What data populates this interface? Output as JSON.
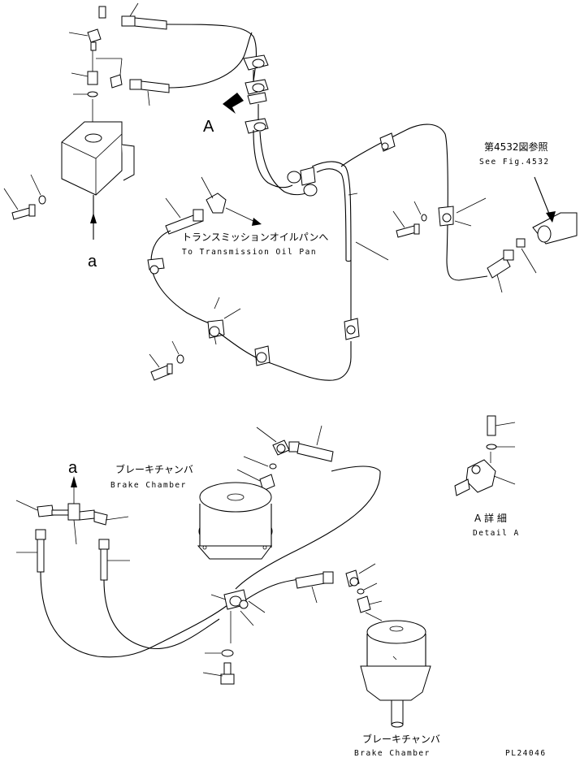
{
  "labels": {
    "view_a": "A",
    "arrow_a_top": "a",
    "arrow_a_bottom": "a",
    "transmission_jp": "トランスミッションオイルパンへ",
    "transmission_en": "To Transmission Oil Pan",
    "ref_jp": "第4532図参照",
    "ref_en": "See Fig.4532",
    "brake1_jp": "ブレーキチャンバ",
    "brake1_en": "Brake Chamber",
    "brake2_jp": "ブレーキチャンバ",
    "brake2_en": "Brake Chamber",
    "detail_jp": "A 詳 細",
    "detail_en": "Detail A",
    "drawing_no": "PL24046"
  }
}
